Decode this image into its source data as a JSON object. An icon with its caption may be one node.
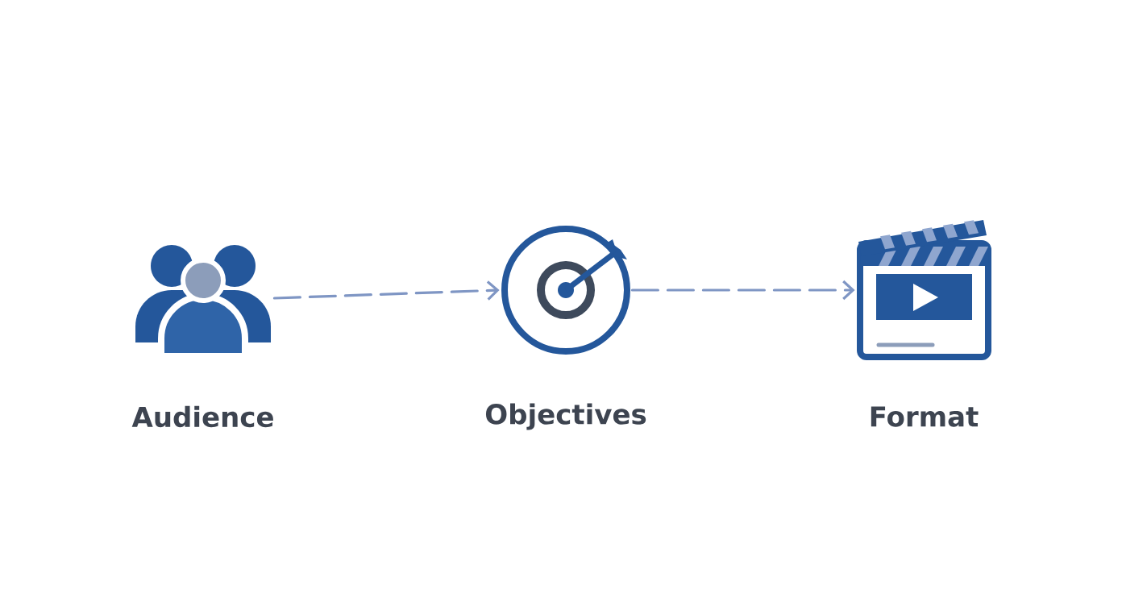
{
  "diagram": {
    "nodes": [
      {
        "text": [
          "Audience"
        ]
      },
      {
        "text": [
          "Objectives"
        ]
      },
      {
        "text": [
          "Format"
        ]
      }
    ],
    "edges": [
      {
        "from": 0,
        "to": 1,
        "arrow": "to",
        "style": "dashed"
      },
      {
        "from": 1,
        "to": 2,
        "arrow": "to",
        "style": "dashed"
      }
    ]
  }
}
